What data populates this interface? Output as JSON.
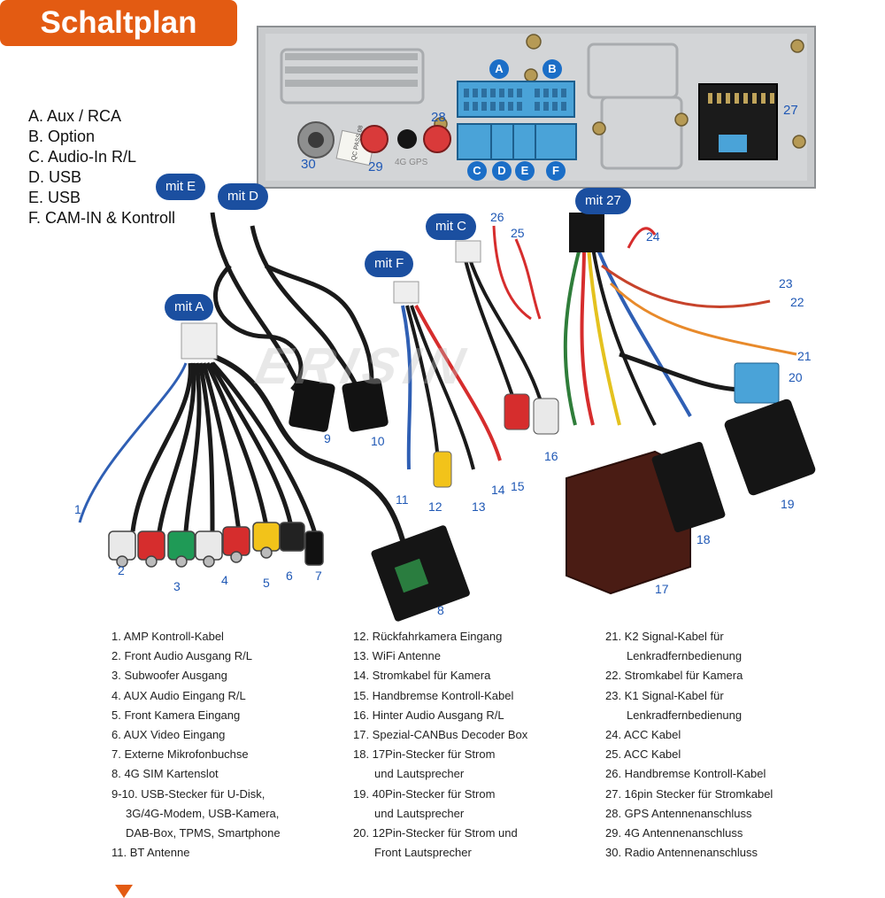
{
  "title": "Schaltplan",
  "legend": [
    "A. Aux / RCA",
    "B. Option",
    "C. Audio-In R/L",
    "D. USB",
    "E. USB",
    "F. CAM-IN & Kontroll"
  ],
  "badges": {
    "mit_e": "mit E",
    "mit_d": "mit D",
    "mit_c": "mit C",
    "mit_f": "mit F",
    "mit_a": "mit A",
    "mit_27": "mit 27"
  },
  "unit_letters": [
    "A",
    "B",
    "C",
    "D",
    "E",
    "F"
  ],
  "unit_numbers": {
    "n27": "27",
    "n28": "28",
    "n29": "29",
    "n30": "30"
  },
  "antenna_label": "4G GPS",
  "qc_sticker": "QC PASS 08",
  "part_numbers": {
    "n1": "1",
    "n2": "2",
    "n3": "3",
    "n4": "4",
    "n5": "5",
    "n6": "6",
    "n7": "7",
    "n8": "8",
    "n9": "9",
    "n10": "10",
    "n11": "11",
    "n12": "12",
    "n13": "13",
    "n14": "14",
    "n15": "15",
    "n16": "16",
    "n17": "17",
    "n18": "18",
    "n19": "19",
    "n20": "20",
    "n21": "21",
    "n22": "22",
    "n23": "23",
    "n24": "24",
    "n25": "25",
    "n26": "26"
  },
  "watermark": "ERISIN",
  "parts_col1": [
    "1. AMP Kontroll-Kabel",
    "2. Front Audio Ausgang R/L",
    "3. Subwoofer Ausgang",
    "4. AUX Audio Eingang R/L",
    "5. Front Kamera Eingang",
    "6. AUX Video Eingang",
    "7. Externe Mikrofonbuchse",
    "8. 4G SIM Kartenslot",
    "9-10. USB-Stecker für U-Disk,",
    "3G/4G-Modem, USB-Kamera,",
    "DAB-Box, TPMS, Smartphone",
    "11. BT Antenne"
  ],
  "parts_col2": [
    "12. Rückfahrkamera Eingang",
    "13. WiFi Antenne",
    "14. Stromkabel für Kamera",
    "15. Handbremse Kontroll-Kabel",
    "16. Hinter Audio Ausgang R/L",
    "17. Spezial-CANBus Decoder Box",
    "18. 17Pin-Stecker für Strom",
    "und Lautsprecher",
    "19. 40Pin-Stecker für Strom",
    "und Lautsprecher",
    "20. 12Pin-Stecker für Strom und",
    "Front Lautsprecher"
  ],
  "parts_col3": [
    "21. K2 Signal-Kabel für",
    "Lenkradfernbedienung",
    "22. Stromkabel für Kamera",
    "23. K1 Signal-Kabel für",
    "Lenkradfernbedienung",
    "24. ACC Kabel",
    "25. ACC Kabel",
    "26. Handbremse Kontroll-Kabel",
    "27. 16pin Stecker für Stromkabel",
    "28. GPS Antennenanschluss",
    "29. 4G Antennenanschluss",
    "30. Radio Antennenanschluss"
  ],
  "colors": {
    "accent": "#e35b12",
    "badge_blue": "#1b4fa0",
    "number_blue": "#1f58b5",
    "connector_blue": "#4aa3d8",
    "unit_silver": "#c9cbcd",
    "cable_black": "#1a1a1a",
    "decoder_brown": "#4a1c14"
  }
}
